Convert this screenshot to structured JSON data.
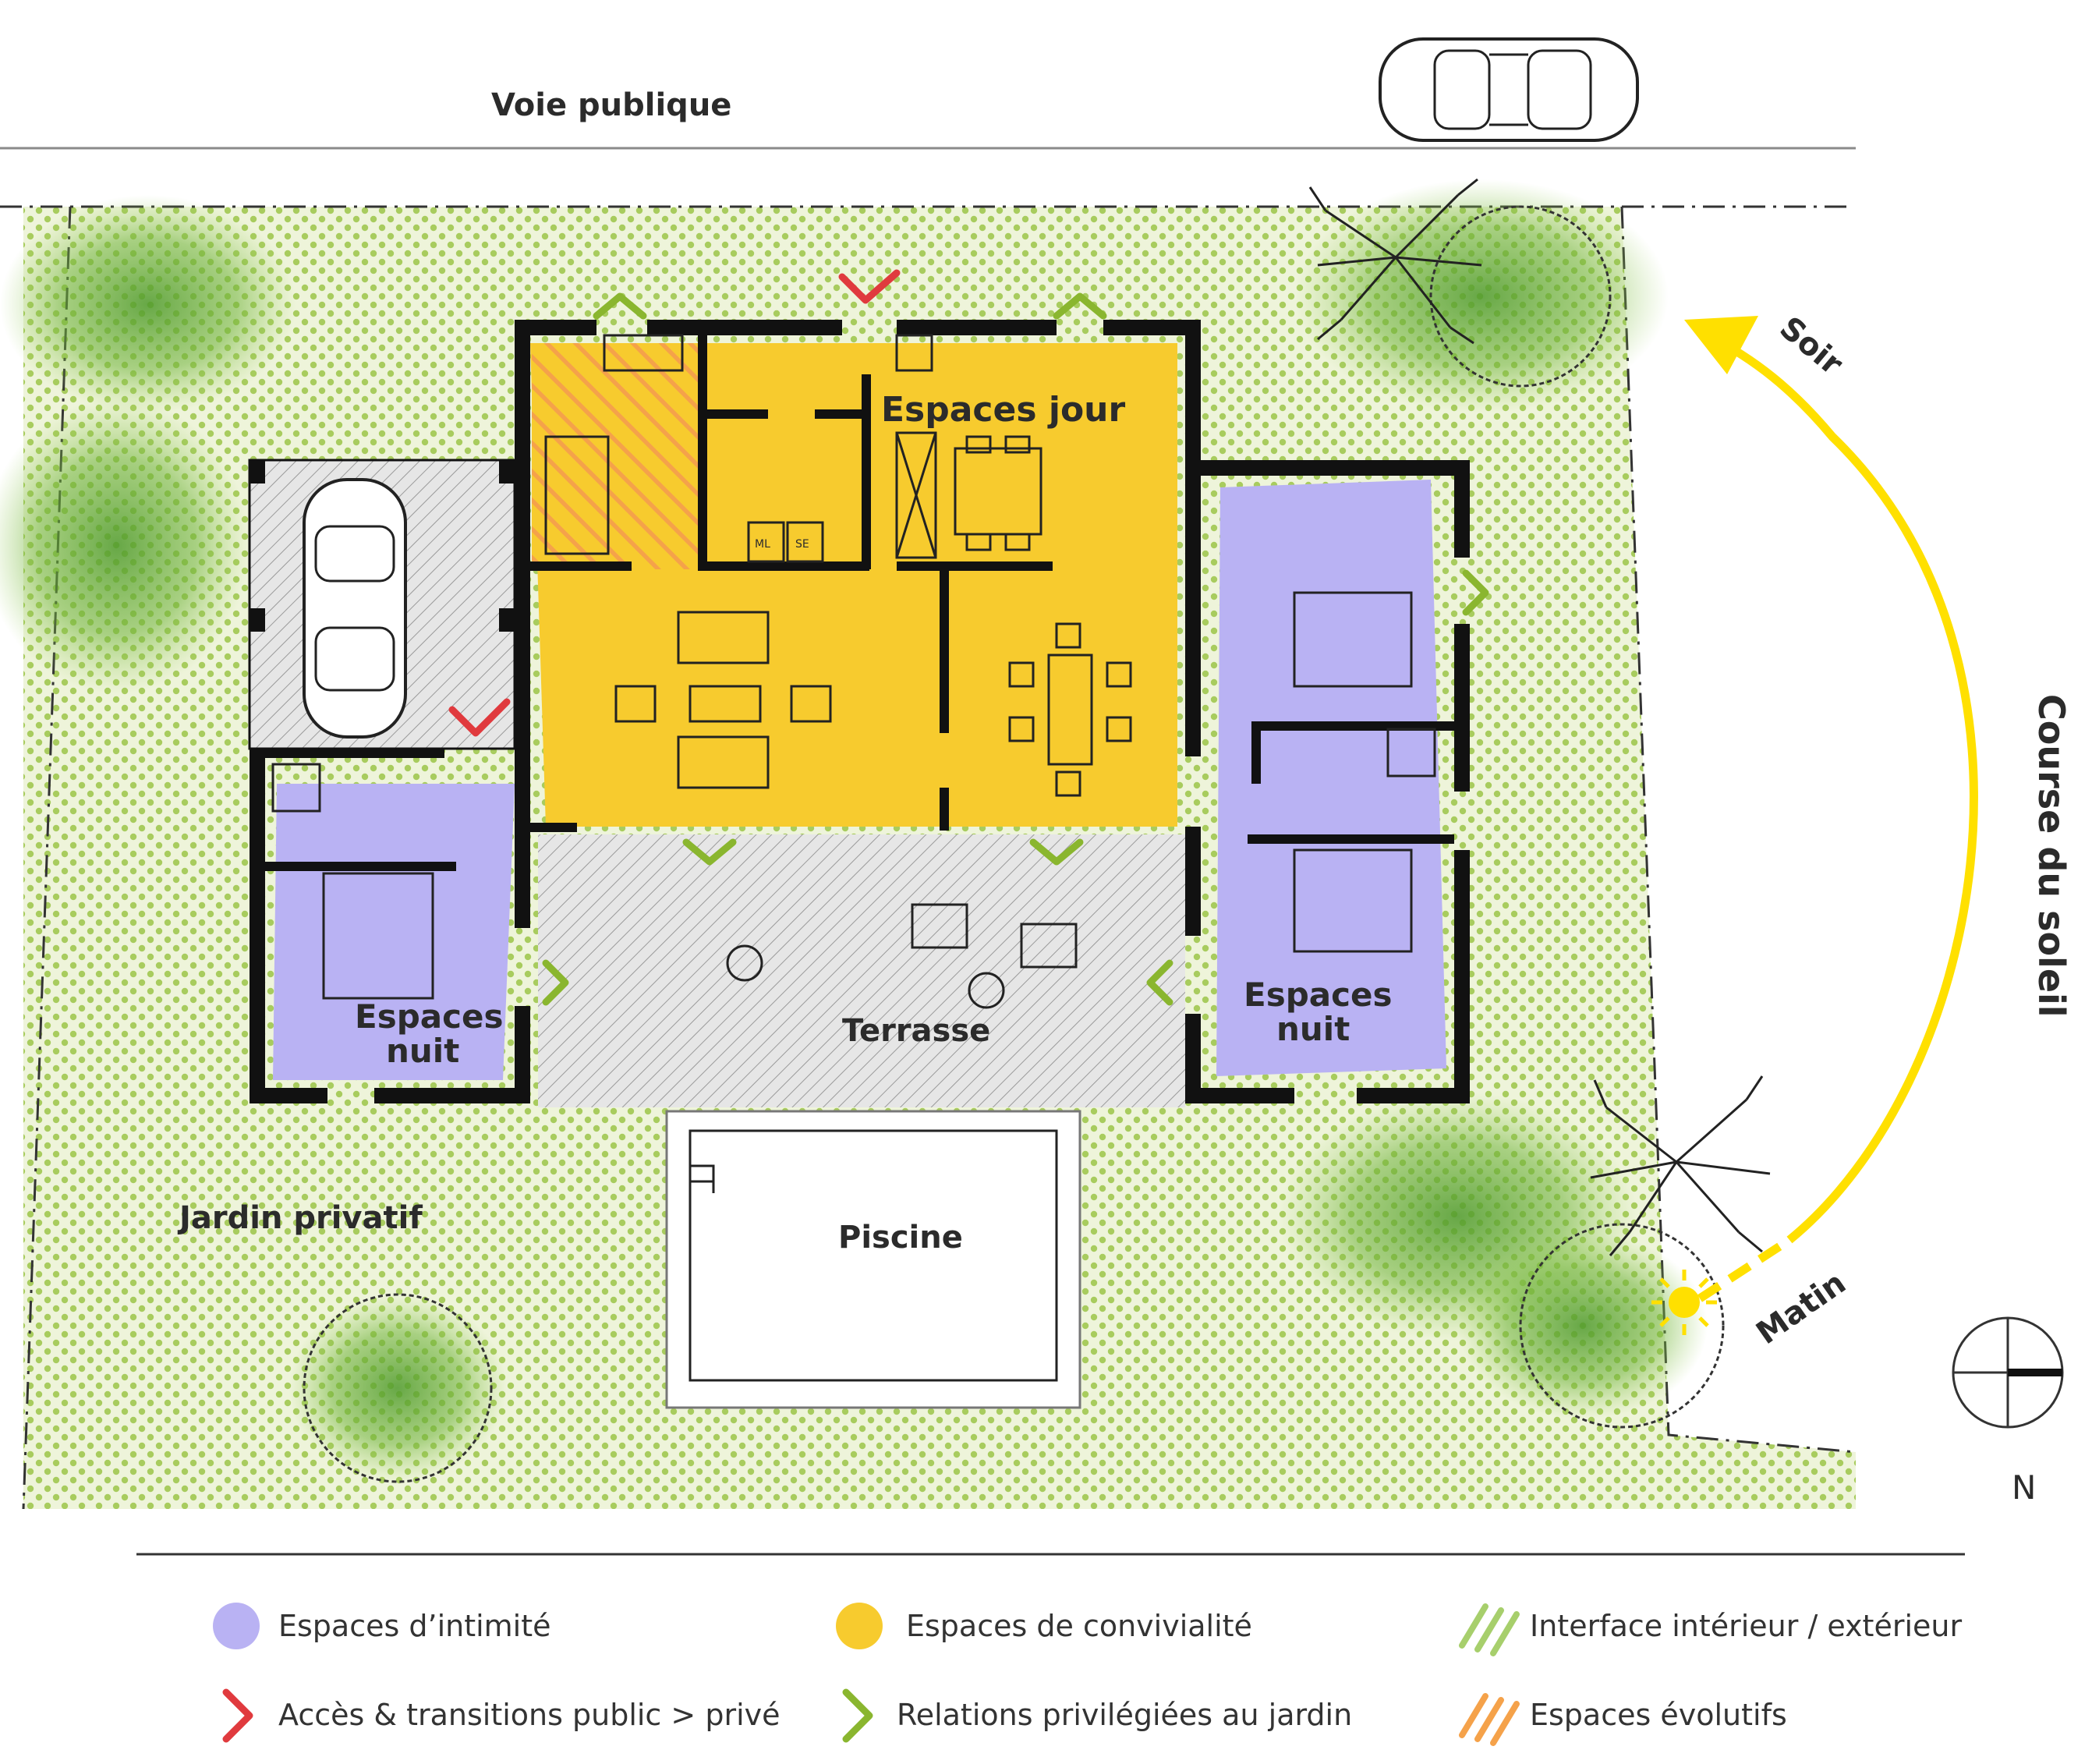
{
  "labels": {
    "road": "Voie publique",
    "day_spaces": "Espaces jour",
    "night_left_1": "Espaces",
    "night_left_2": "nuit",
    "night_right_1": "Espaces",
    "night_right_2": "nuit",
    "terrace": "Terrasse",
    "pool": "Piscine",
    "garden": "Jardin privatif",
    "sun_path": "Course du soleil",
    "evening": "Soir",
    "morning": "Matin",
    "north": "N",
    "washer": "ML",
    "dryer": "SE"
  },
  "legend": {
    "intimacy": "Espaces d’intimité",
    "conviviality": "Espaces de convivialité",
    "interface": "Interface intérieur / extérieur",
    "access": "Accès & transitions public > privé",
    "garden_relations": "Relations privilégiées au jardin",
    "evolving": "Espaces évolutifs"
  },
  "colors": {
    "intimacy": "#b9b2f3",
    "conviviality": "#f7cb2e",
    "interface": "#a7cf6c",
    "access": "#e03a3e",
    "garden_relations": "#8ab62f",
    "evolving": "#f5a24a",
    "garden": "#d5e6a6",
    "sun": "#ffe000",
    "wall": "#111111"
  }
}
